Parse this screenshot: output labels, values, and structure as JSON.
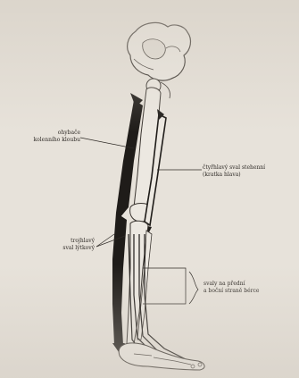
{
  "labels": {
    "hip_muscle": "ohybače\nkolenního kloubu",
    "thigh_muscle": "čtyřhlavý sval stehenní\n(kratka hlava)",
    "calf_muscle": "trojhlavý\nsval lýtkový",
    "foot_muscles": "svaly na přední\na boční straně bérce"
  },
  "colors": {
    "paper": "#e7e2da",
    "bone_fill": "#ece8e1",
    "bone_stroke": "#3a3530",
    "muscle_dark": "#1f1c19",
    "text": "#2e2a26"
  },
  "icons": {
    "pelvis": "pelvis-bone-icon",
    "femur": "femur-bone-icon",
    "tibia": "tibia-bone-icon",
    "foot": "foot-bone-icon"
  }
}
